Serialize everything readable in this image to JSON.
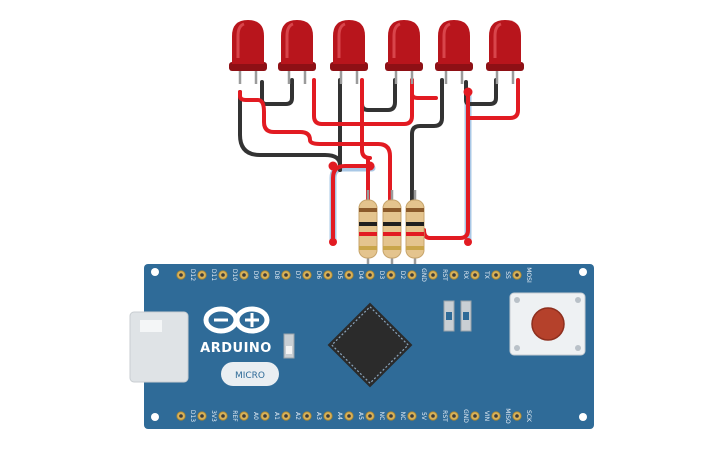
{
  "board": {
    "logo_text": "ARDUINO",
    "model_text": "MICRO",
    "top_pins": [
      "D12",
      "D11",
      "D10",
      "D9",
      "D8",
      "D7",
      "D6",
      "D5",
      "D4",
      "D3",
      "D2",
      "GND",
      "RST",
      "RX",
      "TX",
      "SS",
      "MOSI"
    ],
    "bottom_pins": [
      "D13",
      "3V3",
      "REF",
      "A0",
      "A1",
      "A2",
      "A3",
      "A4",
      "A5",
      "NC",
      "NC",
      "5V",
      "RST",
      "GND",
      "VIN",
      "MISO",
      "SCK"
    ]
  },
  "leds": {
    "count": 6,
    "color": "#b8151c"
  },
  "resistors": {
    "count": 3
  },
  "colors": {
    "board": "#2f6b98",
    "wire_red": "#e21b22",
    "wire_black": "#333333",
    "wire_blue": "#a9c8e6",
    "chip": "#2b2b2b",
    "reset_button": "#b5412b"
  }
}
